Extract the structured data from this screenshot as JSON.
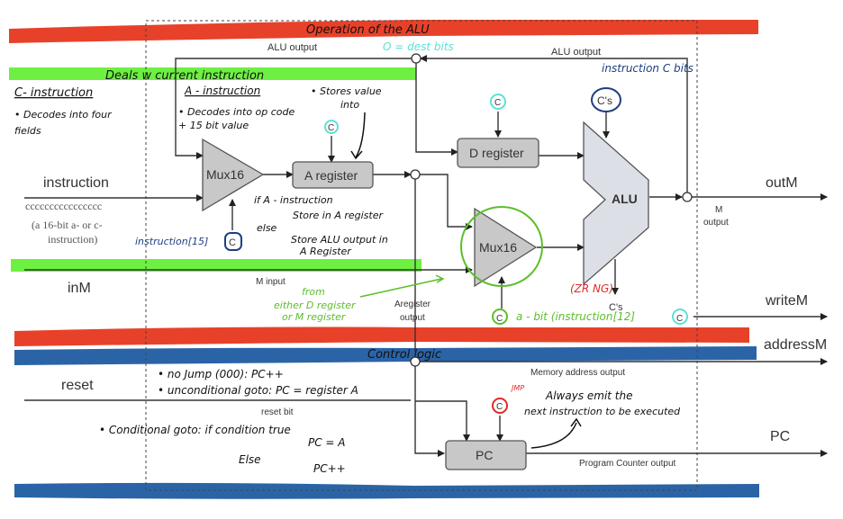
{
  "colors": {
    "red_band": "#e8412a",
    "green_band": "#6ef043",
    "blue_band": "#2b64a6",
    "teal_mark": "#5ee0d6",
    "navy_mark": "#1d3f82",
    "green_mark": "#5cbf2a",
    "red_mark": "#e02a2a",
    "chip_fill": "#c8c8c8",
    "alu_fill": "#dcdfe6"
  },
  "bands": {
    "top_red": "Operation of the ALU",
    "green": "Deals w current instruction",
    "control_blue": "Control logic"
  },
  "components": {
    "mux_a": "Mux16",
    "a_register": "A register",
    "d_register": "D register",
    "mux_b": "Mux16",
    "alu": "ALU",
    "pc": "PC"
  },
  "signals": {
    "instruction": "instruction",
    "instruction_bits": "cccccccccccccccc",
    "instruction_desc_1": "(a 16-bit a- or c-",
    "instruction_desc_2": "instruction)",
    "inM": "inM",
    "reset": "reset",
    "outM": "outM",
    "writeM": "writeM",
    "addressM": "addressM",
    "pc_out": "PC"
  },
  "wire_labels": {
    "alu_output_left": "ALU output",
    "alu_output_right": "ALU output",
    "m_input": "M input",
    "a_register_output_1": "Aregister",
    "a_register_output_2": "output",
    "m_output_1": "M",
    "m_output_2": "output",
    "cs_alu_out": "C's",
    "cs_alu_in": "C's",
    "memory_address_output": "Memory address output",
    "reset_bit": "reset bit",
    "program_counter_output": "Program Counter output",
    "c": "C"
  },
  "annotations": {
    "dest_bits": "O = dest bits",
    "instruction_c_bits": "instruction C bits",
    "c_instruction_title": "C- instruction",
    "c_instruction_note_1": "• Decodes into four",
    "c_instruction_note_2": "fields",
    "a_instruction_title": "A - instruction",
    "a_instruction_note_1": "• Decodes into op code",
    "a_instruction_note_2": "+ 15 bit value",
    "stores_value_1": "• Stores value",
    "stores_value_2": "into",
    "if_a_1": "if  A - instruction",
    "if_a_2": "Store in A register",
    "else_1": "else",
    "else_2": "Store ALU output in",
    "else_3": "A Register",
    "instruction_15": "instruction[15]",
    "from_1": "from",
    "from_2": "either D register",
    "from_3": "or M register",
    "zr_ng": "(ZR   NG)",
    "a_bit": "a - bit (instruction[12]",
    "jmp": "JMP",
    "always_1": "Always emit the",
    "always_2": "next instruction to be executed",
    "no_jump": "• no Jump (000):  PC++",
    "unconditional": "• unconditional goto:  PC = register A",
    "conditional": "• Conditional goto:  if condition true",
    "pc_eq_a": "PC = A",
    "else_pc": "Else",
    "pc_pp": "PC++"
  }
}
